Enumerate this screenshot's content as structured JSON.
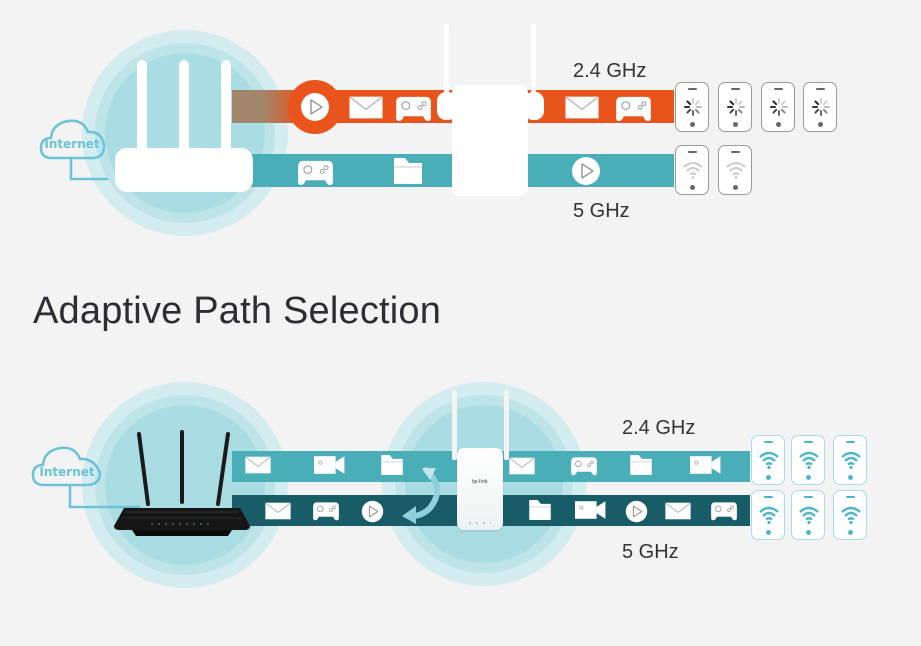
{
  "title": "Adaptive Path Selection",
  "colors": {
    "background": "#f3f3f3",
    "orange_lane": "#e8541c",
    "teal_lane": "#4aaeb8",
    "dark_teal_lane": "#175c66",
    "coverage_circle": "#a9dde3",
    "cloud": "#6cc3d8"
  },
  "top_diagram": {
    "internet_label": "Internet",
    "band_24_label": "2.4 GHz",
    "band_5_label": "5 GHz",
    "lane_24_icons": [
      "play-icon",
      "mail-icon",
      "gamepad-icon",
      "mail-icon",
      "gamepad-icon"
    ],
    "lane_5_icons": [
      "gamepad-icon",
      "folder-icon",
      "play-icon"
    ],
    "devices_24": [
      {
        "status": "loading-spinner"
      },
      {
        "status": "loading-spinner"
      },
      {
        "status": "loading-spinner"
      },
      {
        "status": "loading-spinner"
      }
    ],
    "devices_5": [
      {
        "status": "wifi-weak"
      },
      {
        "status": "wifi-weak"
      }
    ]
  },
  "bottom_diagram": {
    "internet_label": "Internet",
    "band_24_label": "2.4 GHz",
    "band_5_label": "5 GHz",
    "extender_brand": "tp-link",
    "lane_24_icons": [
      "mail-icon",
      "video-camera-icon",
      "folder-icon",
      "mail-icon",
      "gamepad-icon",
      "folder-icon",
      "video-camera-icon"
    ],
    "lane_5_icons": [
      "mail-icon",
      "gamepad-icon",
      "play-icon",
      "folder-icon",
      "video-camera-icon",
      "play-icon",
      "mail-icon",
      "gamepad-icon"
    ],
    "switch_arrow": "swap-arrow-icon",
    "devices_24": [
      {
        "status": "wifi-strong"
      },
      {
        "status": "wifi-strong"
      },
      {
        "status": "wifi-strong"
      }
    ],
    "devices_5": [
      {
        "status": "wifi-strong"
      },
      {
        "status": "wifi-strong"
      },
      {
        "status": "wifi-strong"
      }
    ]
  }
}
